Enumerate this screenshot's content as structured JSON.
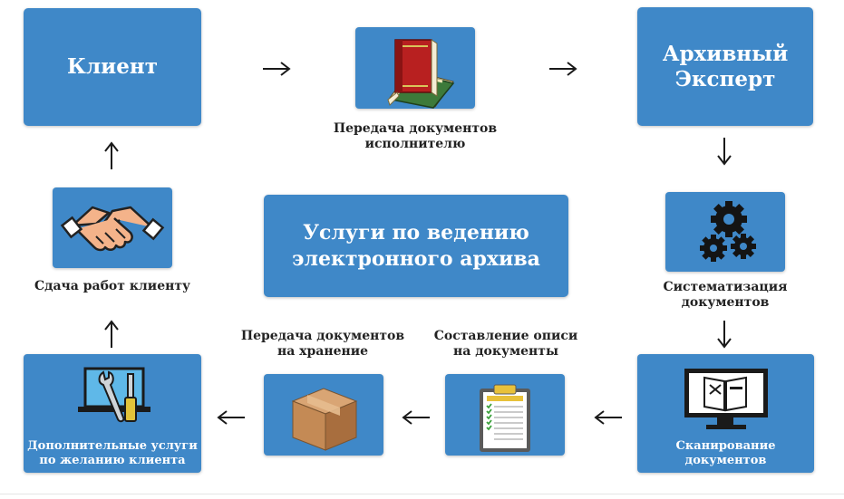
{
  "nodes": {
    "client": {
      "line1": "Клиент"
    },
    "expert": {
      "line1": "Архивный",
      "line2": "Эксперт"
    },
    "center": {
      "line1": "Услуги по ведению",
      "line2": "электронного архива"
    },
    "transfer_docs": {
      "line1": "Передача документов",
      "line2": "исполнителю",
      "icon": "book-icon"
    },
    "systematization": {
      "line1": "Систематизация",
      "line2": "документов",
      "icon": "gears-icon"
    },
    "scanning": {
      "line1": "Сканирование",
      "line2": "документов",
      "icon": "monitor-scan-icon"
    },
    "inventory": {
      "line1": "Составление описи",
      "line2": "на документы",
      "icon": "clipboard-icon"
    },
    "storage": {
      "line1": "Передача документов",
      "line2": "на хранение",
      "icon": "box-icon"
    },
    "additional": {
      "line1": "Дополнительные услуги",
      "line2": "по желанию клиента",
      "icon": "tools-monitor-icon"
    },
    "handover": {
      "line1": "Сдача работ клиенту",
      "icon": "handshake-icon"
    }
  },
  "arrows": [
    "→",
    "→",
    "↓",
    "↓",
    "←",
    "←",
    "←",
    "↑",
    "↑"
  ],
  "colors": {
    "box": "#3f88c8",
    "caption": "#222222",
    "arrow": "#1a1a1a"
  }
}
